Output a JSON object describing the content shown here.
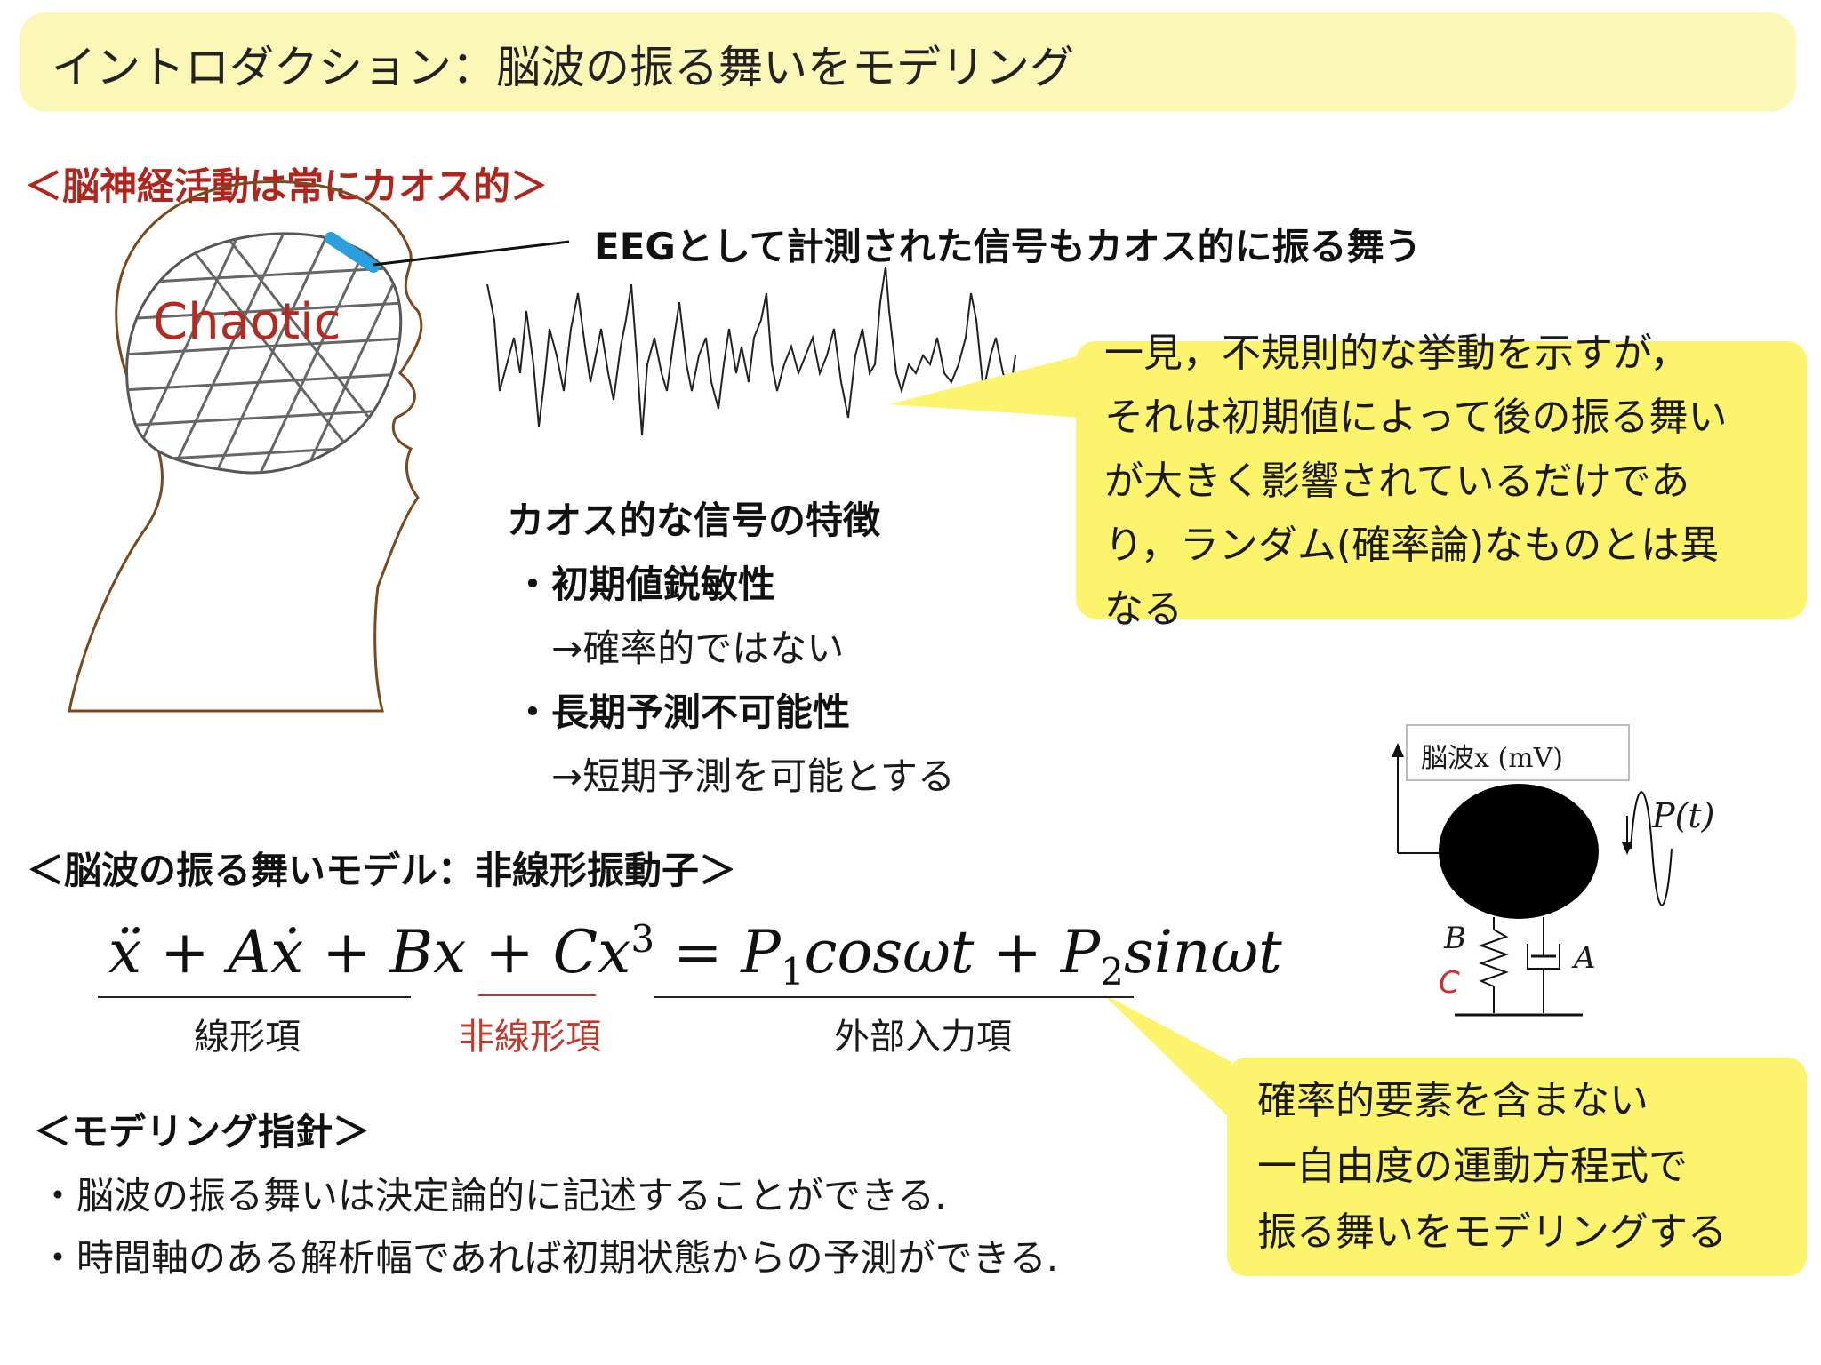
{
  "title": "イントロダクション：脳波の振る舞いをモデリング",
  "section1": {
    "heading": "＜脳神経活動は常にカオス的＞",
    "brain_label": "Chaotic",
    "eeg_caption": "EEGとして計測された信号もカオス的に振る舞う"
  },
  "features": {
    "heading": "カオス的な信号の特徴",
    "item1": "・初期値鋭敏性",
    "item1_sub": "→確率的ではない",
    "item2": "・長期予測不可能性",
    "item2_sub": "→短期予測を可能とする"
  },
  "callout1": {
    "lines": [
      "一見，不規則的な挙動を示すが，",
      "それは初期値によって後の振る舞い",
      "が大きく影響されているだけであ",
      "り，ランダム(確率論)なものとは異",
      "なる"
    ]
  },
  "section2": {
    "heading": "＜脳波の振る舞いモデル：非線形振動子＞",
    "eq_linear": "ẍ + Aẋ + Bx",
    "eq_plus": "+",
    "eq_cx": "Cx",
    "eq_cube": "3",
    "eq_equals": "=",
    "eq_p1": "P",
    "eq_sub1": "1",
    "eq_cos": "cosωt",
    "eq_plus2": "+",
    "eq_p2": "P",
    "eq_sub2": "2",
    "eq_sin": "sinωt",
    "label_linear": "線形項",
    "label_nonlinear": "非線形項",
    "label_input": "外部入力項"
  },
  "oscillator": {
    "axis_label": "脳波x (mV)",
    "force_label": "P(t)",
    "spring_label_b": "B",
    "spring_label_c": "C",
    "damper_label": "A"
  },
  "section3": {
    "heading": "＜モデリング指針＞",
    "item1": "・脳波の振る舞いは決定論的に記述することができる.",
    "item2": "・時間軸のある解析幅であれば初期状態からの予測ができる."
  },
  "callout2": {
    "lines": [
      "確率的要素を含まない",
      "一自由度の運動方程式で",
      "振る舞いをモデリングする"
    ]
  },
  "colors": {
    "title_bg": "#fbf7b6",
    "callout_bg": "#fbf46c",
    "red": "#b0261d",
    "brain_outline": "#7a4a1e",
    "sensor": "#2aa0e0"
  }
}
